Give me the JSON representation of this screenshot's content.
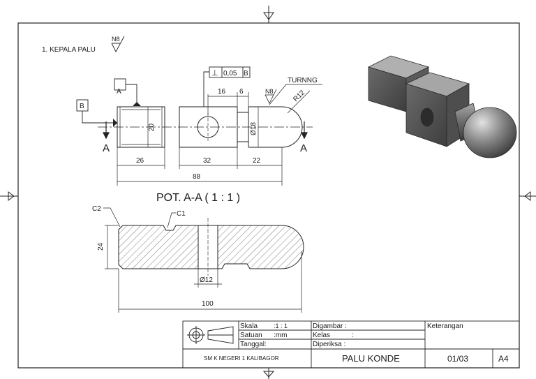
{
  "title_note": "1. KEPALA PALU",
  "surface_symbol_main": "N8",
  "datum_a": "A",
  "datum_b": "B",
  "tolerance": {
    "symbol": "⊥",
    "value": "0,05",
    "datum": "B"
  },
  "turning_label": "TURNNG",
  "turning_symbol": "N8",
  "radius_label": "R12",
  "section_marker": "A",
  "dimensions": {
    "dia_20": "20",
    "dia_18": "Ø18",
    "len_16": "16",
    "len_6": "6",
    "len_26": "26",
    "len_32": "32",
    "len_22": "22",
    "len_88": "88",
    "height_24": "24",
    "dia_12": "Ø12",
    "len_100": "100",
    "chamfer_c1": "C1",
    "chamfer_c2": "C2"
  },
  "section_title": "POT. A-A ( 1 : 1 )",
  "title_block": {
    "scale_label": "Skala",
    "scale_value": ":1 : 1",
    "unit_label": "Satuan",
    "unit_value": ":mm",
    "date_label": "Tanggal:",
    "drawn_label": "Digambar :",
    "class_label": "Kelas",
    "class_colon": ":",
    "checked_label": "Diperiksa :",
    "notes_label": "Keterangan",
    "school": "SM K NEGERI 1 KALIBAGOR",
    "part_name": "PALU KONDE",
    "sheet_number": "01/03",
    "paper_size": "A4"
  }
}
